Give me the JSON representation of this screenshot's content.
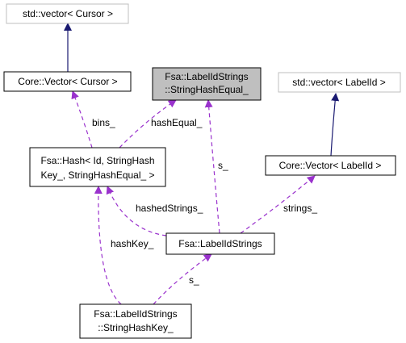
{
  "colors": {
    "inherit_edge": "#191970",
    "usage_edge": "#9a32cd",
    "external_border": "#bfbfbf",
    "node_border": "#000000",
    "focus_fill": "#bfbfbf",
    "node_fill": "#ffffff"
  },
  "nodes": {
    "std_vector_cursor": {
      "lines": [
        "std::vector< Cursor >"
      ]
    },
    "core_vector_cursor": {
      "lines": [
        "Core::Vector< Cursor >"
      ]
    },
    "label_id_strings_string_hash_equal": {
      "lines": [
        "Fsa::LabelIdStrings",
        "::StringHashEqual_"
      ]
    },
    "std_vector_label_id": {
      "lines": [
        "std::vector< LabelId >"
      ]
    },
    "fsa_hash": {
      "lines": [
        "Fsa::Hash< Id, StringHash",
        "Key_, StringHashEqual_ >"
      ]
    },
    "core_vector_label_id": {
      "lines": [
        "Core::Vector< LabelId >"
      ]
    },
    "fsa_label_id_strings": {
      "lines": [
        "Fsa::LabelIdStrings"
      ]
    },
    "label_id_strings_string_hash_key": {
      "lines": [
        "Fsa::LabelIdStrings",
        "::StringHashKey_"
      ]
    }
  },
  "edge_labels": {
    "bins": "bins_",
    "hash_equal": "hashEqual_",
    "s_equal": "s_",
    "hashed_strings": "hashedStrings_",
    "strings": "strings_",
    "hash_key": "hashKey_",
    "s_key": "s_"
  }
}
